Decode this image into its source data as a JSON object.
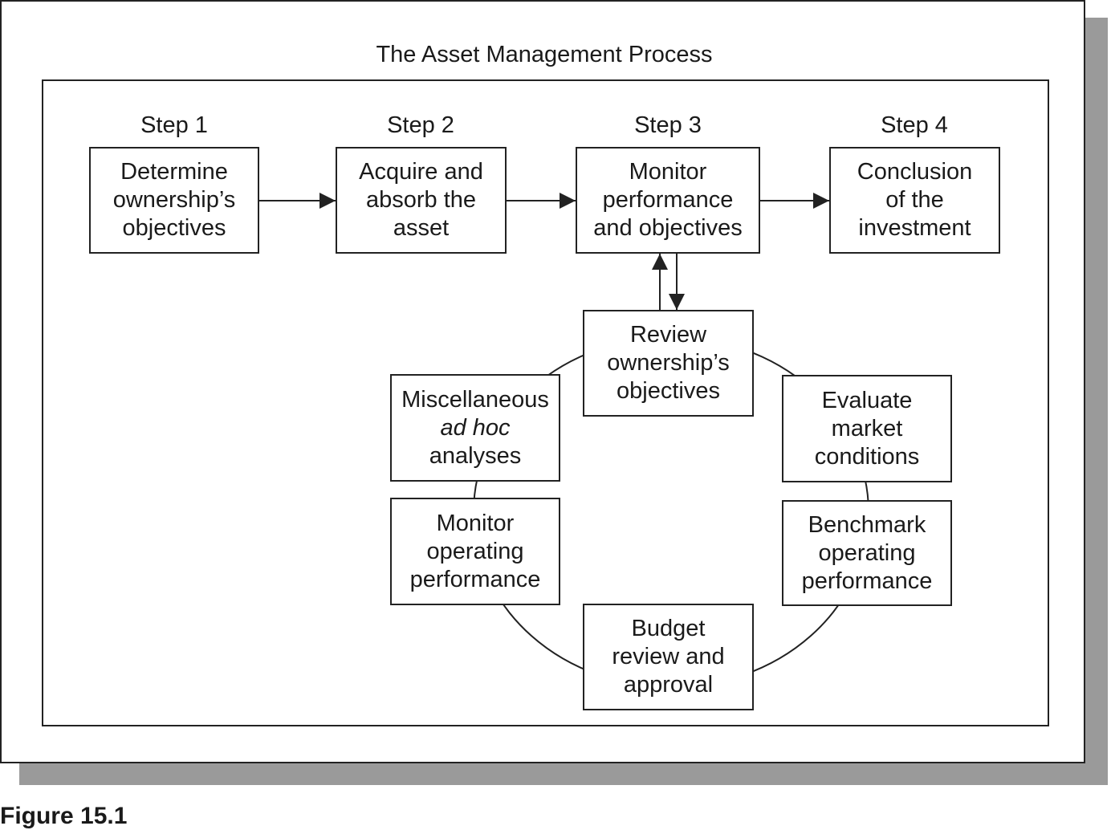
{
  "diagram": {
    "title": "The Asset Management Process",
    "steps": [
      {
        "label": "Step 1",
        "box": "Determine\nownership’s\nobjectives"
      },
      {
        "label": "Step 2",
        "box": "Acquire and\nabsorb the\nasset"
      },
      {
        "label": "Step 3",
        "box": "Monitor\nperformance\nand objectives"
      },
      {
        "label": "Step 4",
        "box": "Conclusion\nof the\ninvestment"
      }
    ],
    "cycle": {
      "review": "Review\nownership’s\nobjectives",
      "evaluate": "Evaluate\nmarket\nconditions",
      "benchmark": "Benchmark\noperating\nperformance",
      "budget": "Budget\nreview and\napproval",
      "monitor_operating": "Monitor\noperating\nperformance",
      "misc_line1": "Miscellaneous",
      "misc_italic": "ad hoc",
      "misc_line3": "analyses"
    }
  },
  "figure_label": "Figure 15.1"
}
